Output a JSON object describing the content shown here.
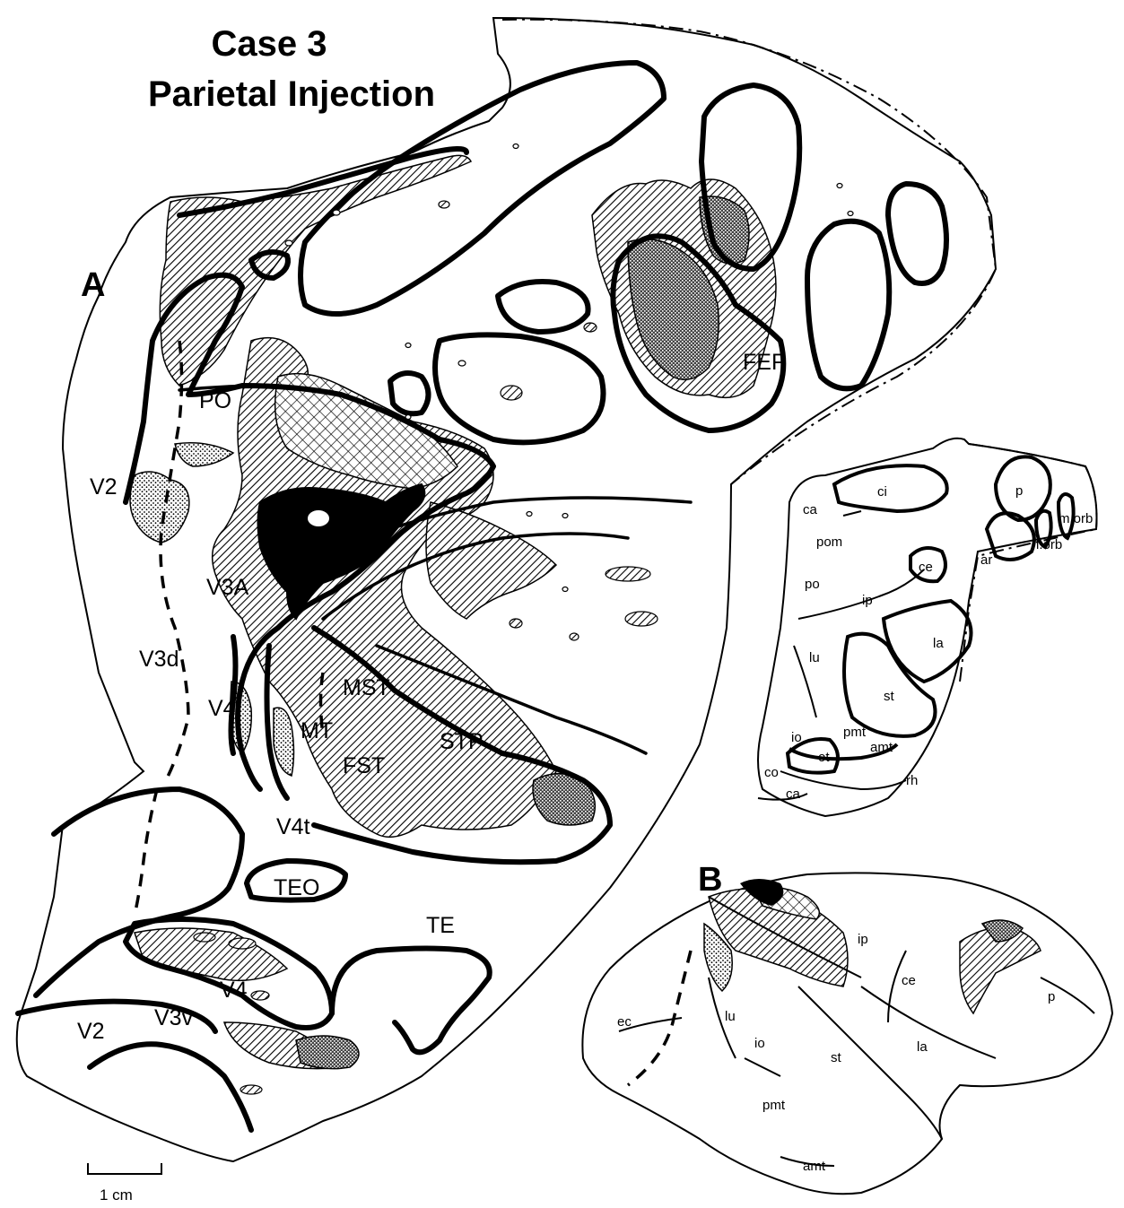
{
  "title": {
    "line1": "Case 3",
    "line2": "Parietal Injection"
  },
  "panels": {
    "a": "A",
    "b": "B"
  },
  "flatmap_labels": {
    "po": "PO",
    "v2_upper": "V2",
    "v3a": "V3A",
    "v3d": "V3d",
    "v4_upper": "V4",
    "mst": "MST",
    "mt": "MT",
    "fst": "FST",
    "stp": "STP",
    "v4t": "V4t",
    "teo": "TEO",
    "te": "TE",
    "v4_lower": "V4",
    "v3v": "V3v",
    "v2_lower": "V2",
    "fef": "FEF"
  },
  "sulcus_key_labels": {
    "ca_top": "ca",
    "ci": "ci",
    "p": "p",
    "m_orb": "m.orb",
    "l_orb": "l.orb",
    "pom": "pom",
    "ce": "ce",
    "ar": "ar",
    "po": "po",
    "ip": "ip",
    "la": "la",
    "lu": "lu",
    "st": "st",
    "io": "io",
    "pmt": "pmt",
    "amt": "amt",
    "ot": "ot",
    "co": "co",
    "ca_bottom": "ca",
    "rh": "rh"
  },
  "brain_labels": {
    "ip": "ip",
    "ce": "ce",
    "p": "p",
    "ec": "ec",
    "lu": "lu",
    "io": "io",
    "st": "st",
    "la": "la",
    "pmt": "pmt",
    "amt": "amt"
  },
  "scale_bar": {
    "label": "1 cm"
  }
}
